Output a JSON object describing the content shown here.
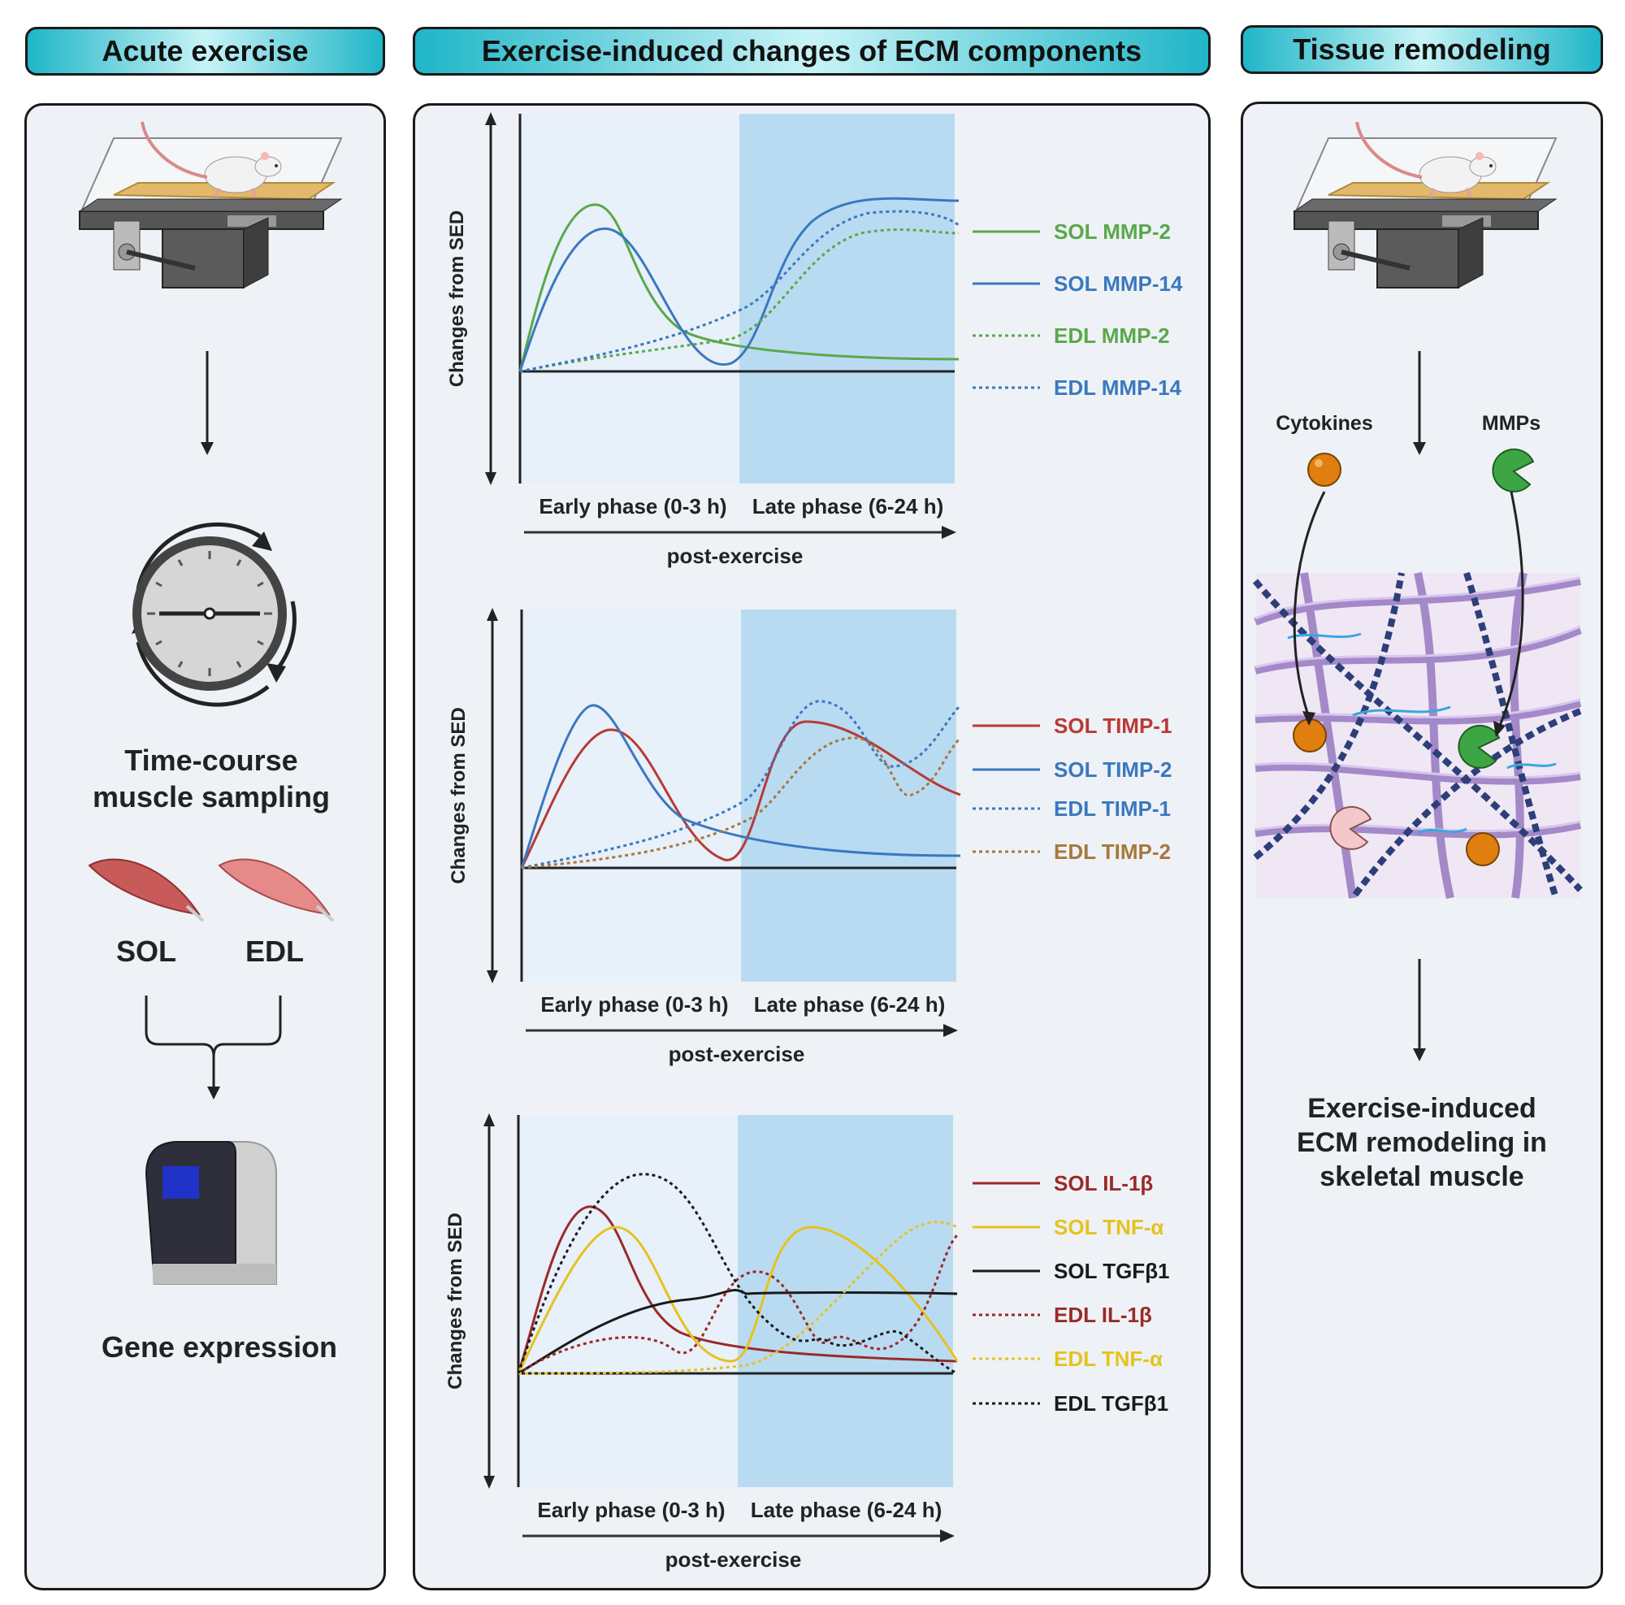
{
  "headers": {
    "left": "Acute exercise",
    "middle": "Exercise-induced changes of ECM components",
    "right": "Tissue remodeling"
  },
  "left": {
    "clock_label_line1": "Time-course",
    "clock_label_line2": "muscle sampling",
    "muscle1": "SOL",
    "muscle2": "EDL",
    "result": "Gene expression"
  },
  "chart_data": [
    {
      "type": "line",
      "ylabel": "Changes from SED",
      "x_phases": [
        "Early phase (0-3 h)",
        "Late phase (6-24 h)"
      ],
      "xlabel": "post-exercise",
      "series": [
        {
          "name": "SOL MMP-2",
          "color": "#5aa84a",
          "style": "solid"
        },
        {
          "name": "SOL MMP-14",
          "color": "#3a78bf",
          "style": "solid"
        },
        {
          "name": "EDL MMP-2",
          "color": "#5aa84a",
          "style": "dotted"
        },
        {
          "name": "EDL MMP-14",
          "color": "#3a78bf",
          "style": "dotted"
        }
      ]
    },
    {
      "type": "line",
      "ylabel": "Changes from SED",
      "x_phases": [
        "Early phase (0-3 h)",
        "Late phase (6-24 h)"
      ],
      "xlabel": "post-exercise",
      "series": [
        {
          "name": "SOL TIMP-1",
          "color": "#b83a35",
          "style": "solid"
        },
        {
          "name": "SOL TIMP-2",
          "color": "#3a78bf",
          "style": "solid"
        },
        {
          "name": "EDL TIMP-1",
          "color": "#3a78bf",
          "style": "dotted"
        },
        {
          "name": "EDL TIMP-2",
          "color": "#a8783a",
          "style": "dotted"
        }
      ]
    },
    {
      "type": "line",
      "ylabel": "Changes from SED",
      "x_phases": [
        "Early phase (0-3 h)",
        "Late phase (6-24 h)"
      ],
      "xlabel": "post-exercise",
      "series": [
        {
          "name": "SOL IL-1β",
          "color": "#9a2a28",
          "style": "solid"
        },
        {
          "name": "SOL TNF-α",
          "color": "#e6c21e",
          "style": "solid"
        },
        {
          "name": "SOL TGFβ1",
          "color": "#1a1a1a",
          "style": "solid"
        },
        {
          "name": "EDL IL-1β",
          "color": "#9a2a28",
          "style": "dotted"
        },
        {
          "name": "EDL TNF-α",
          "color": "#e6c21e",
          "style": "dotted"
        },
        {
          "name": "EDL TGFβ1",
          "color": "#1a1a1a",
          "style": "dotted"
        }
      ]
    }
  ],
  "right": {
    "cytokines": "Cytokines",
    "mmps": "MMPs",
    "result_line1": "Exercise-induced",
    "result_line2": "ECM remodeling in",
    "result_line3": "skeletal muscle"
  },
  "colors": {
    "header_teal": "#1fb6c8",
    "late_phase": "#b9dbf2",
    "early_phase": "#e8f0f9",
    "cytokine": "#e07e10",
    "mmp": "#3ea545"
  },
  "icons": [
    "treadmill-rat-icon",
    "clock-icon",
    "muscle-icon",
    "qpcr-machine-icon",
    "ecm-network-icon"
  ]
}
